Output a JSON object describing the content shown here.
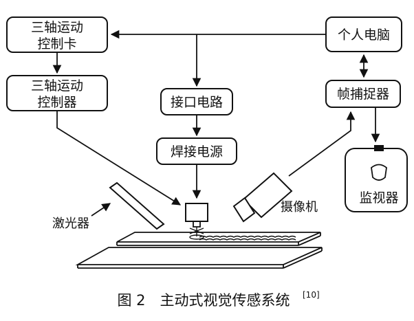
{
  "nodes": {
    "ctrl_card_l1": "三轴运动",
    "ctrl_card_l2": "控制卡",
    "controller_l1": "三轴运动",
    "controller_l2": "控制器",
    "pc": "个人电脑",
    "interface": "接口电路",
    "frame_grabber": "帧捕捉器",
    "welding_power": "焊接电源",
    "monitor": "监视器"
  },
  "parts": {
    "laser": "激光器",
    "camera": "摄像机"
  },
  "caption": {
    "text": "图 2　主动式视觉传感系统",
    "ref": "[10]"
  }
}
